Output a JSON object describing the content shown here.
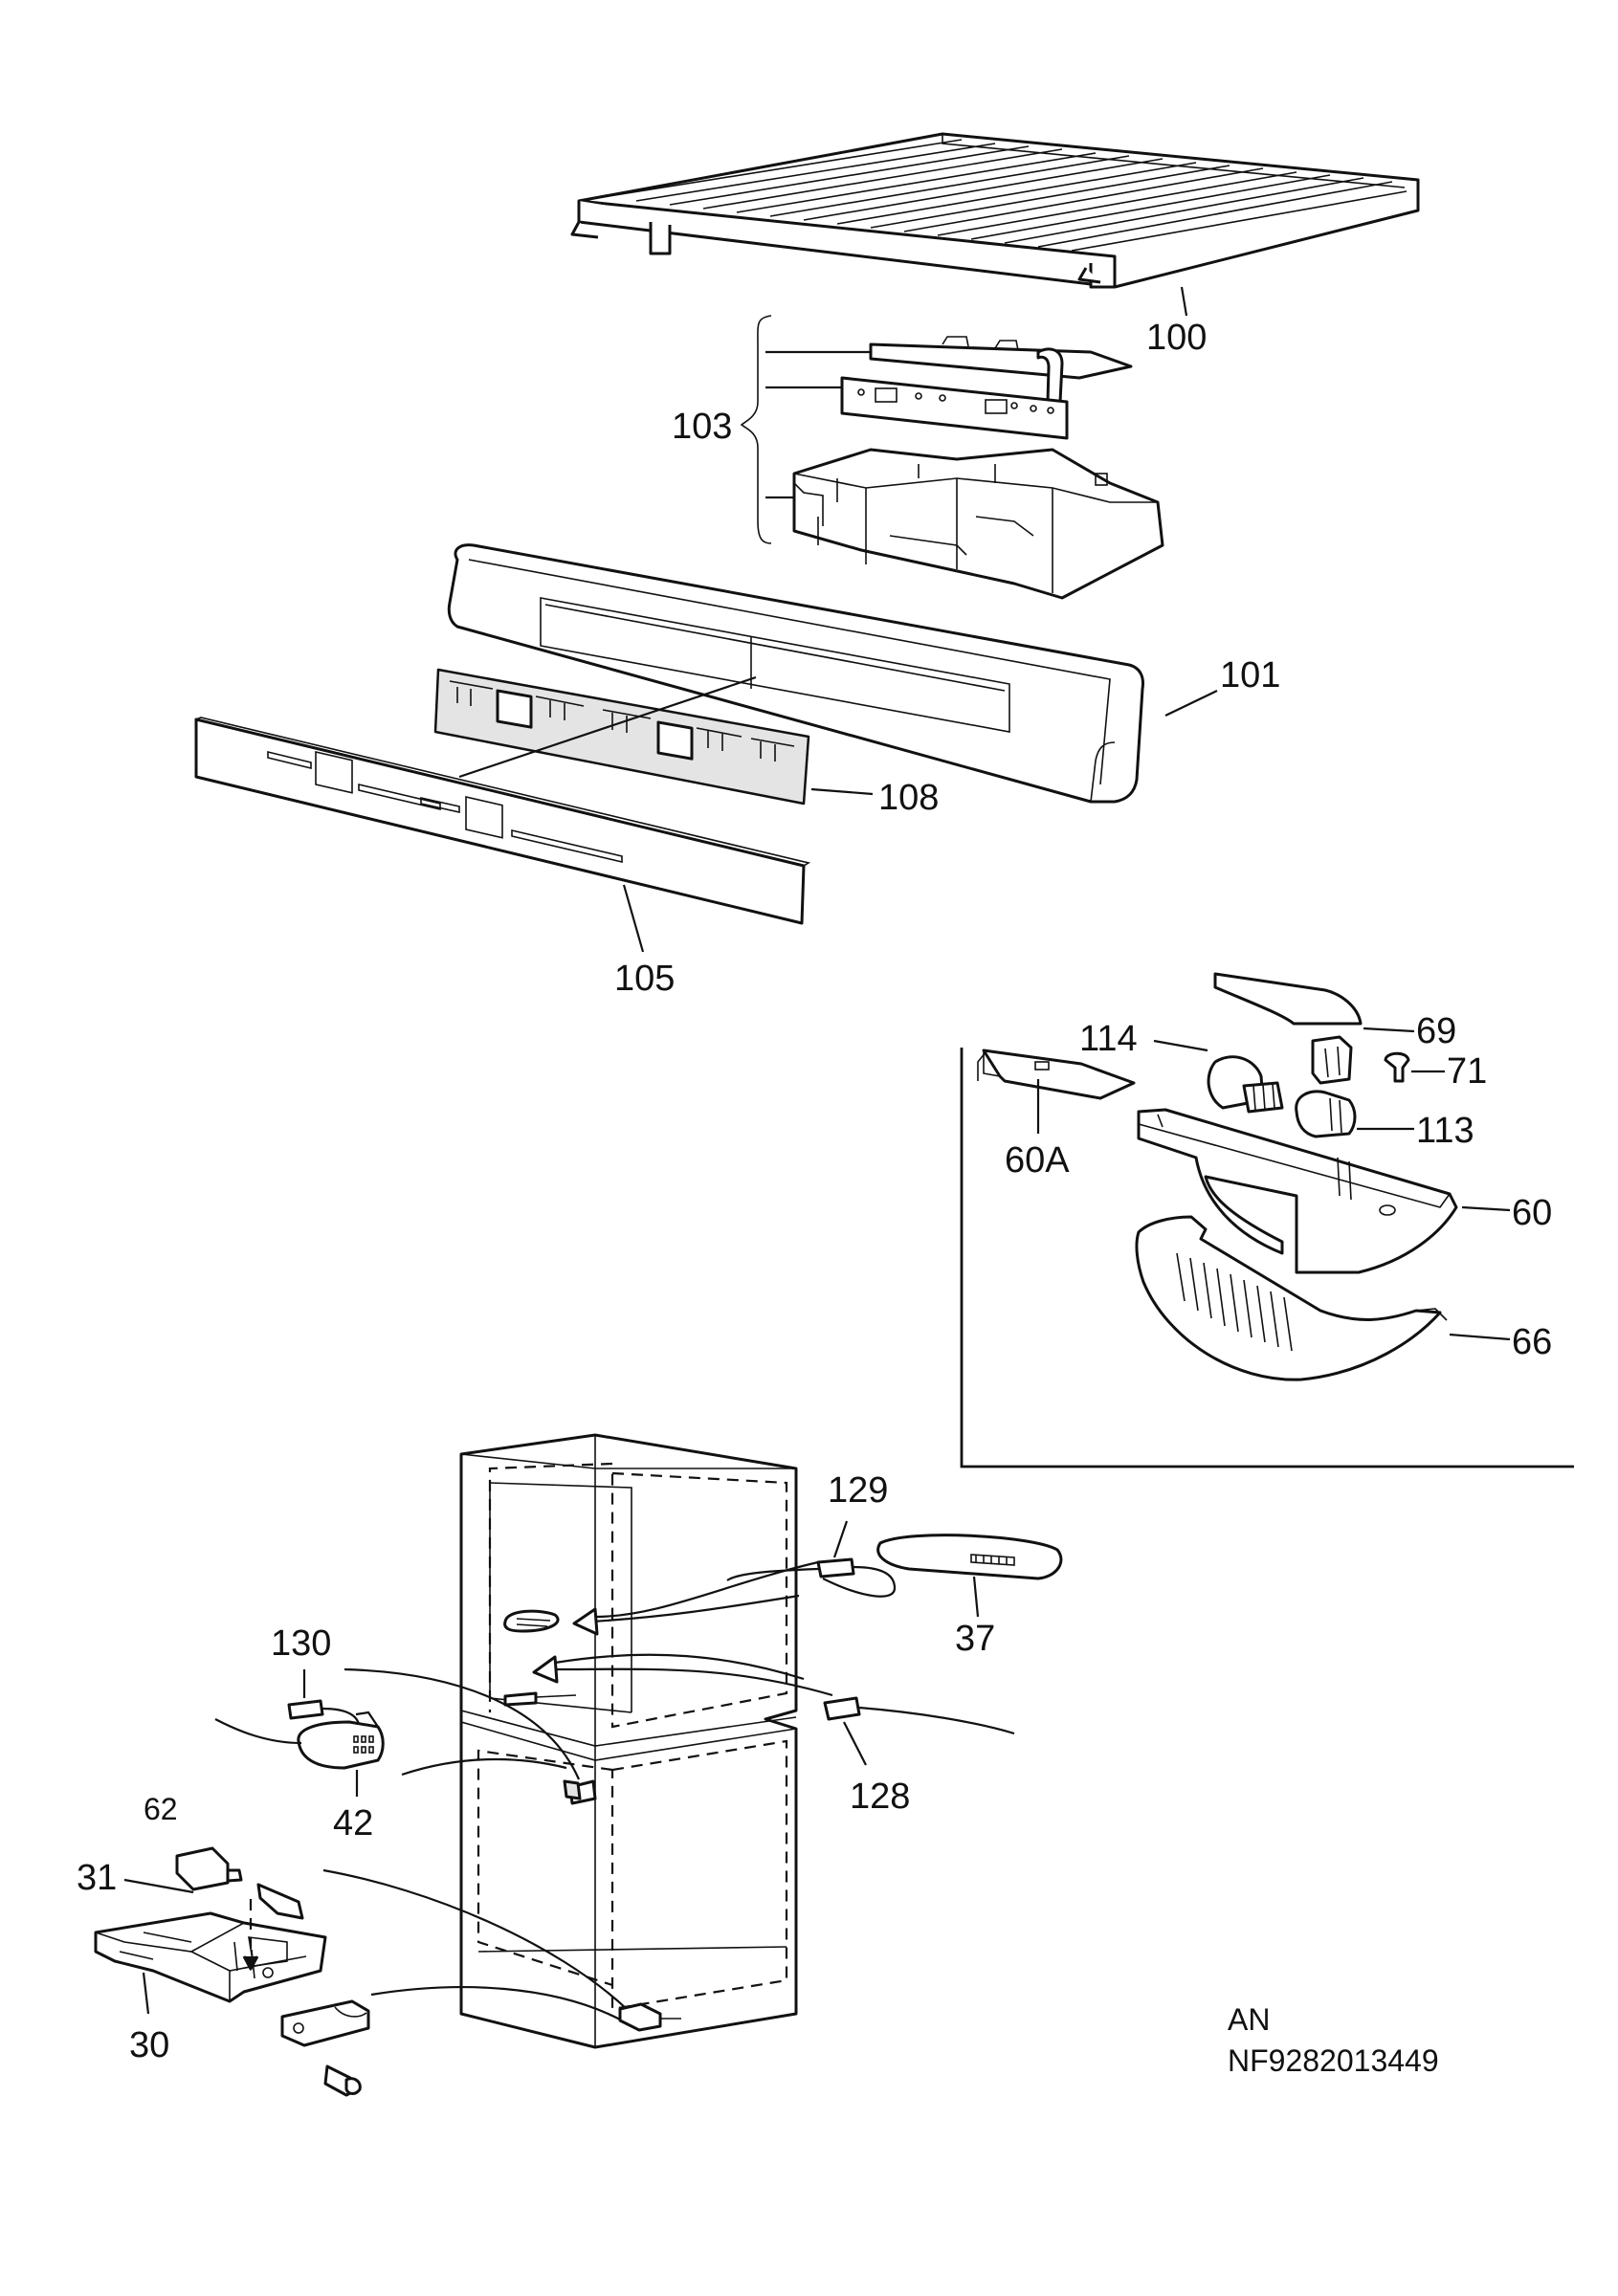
{
  "labels": {
    "l100": "100",
    "l103": "103",
    "l101": "101",
    "l108": "108",
    "l105": "105",
    "l69": "69",
    "l114": "114",
    "l71": "71",
    "l113": "113",
    "l60A": "60A",
    "l60": "60",
    "l66": "66",
    "l129": "129",
    "l37": "37",
    "l130": "130",
    "l42": "42",
    "l128": "128",
    "l62": "62",
    "l31": "31",
    "l30": "30"
  },
  "footer": {
    "line1": "AN",
    "line2": "NF9282013449"
  }
}
